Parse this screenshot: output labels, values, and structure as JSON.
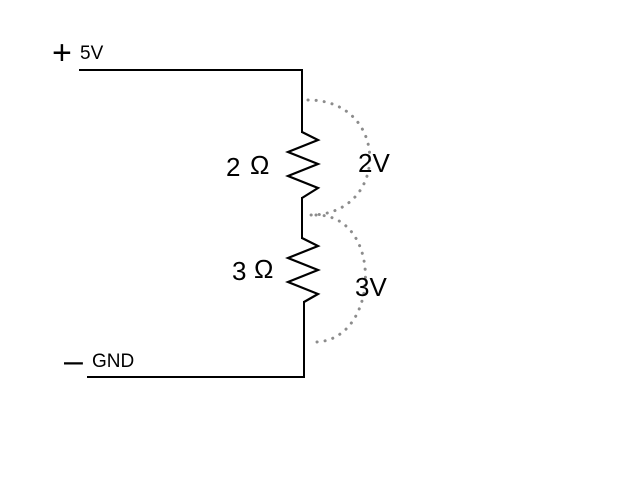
{
  "colors": {
    "wire": "#000000",
    "measure_arc": "#8c8c8c",
    "background": "#ffffff"
  },
  "supply": {
    "positive_sign": "+",
    "positive_label": "5V",
    "negative_sign": "–",
    "negative_label": "GND"
  },
  "resistors": [
    {
      "value": "2",
      "unit": "Ω",
      "voltage_drop": "2V"
    },
    {
      "value": "3",
      "unit": "Ω",
      "voltage_drop": "3V"
    }
  ]
}
